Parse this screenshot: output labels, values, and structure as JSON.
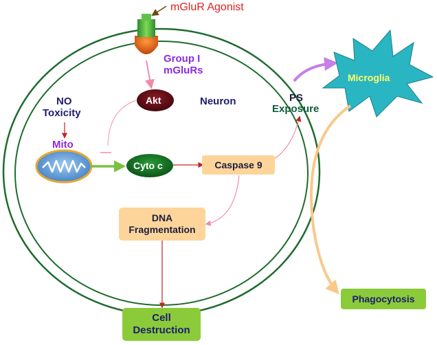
{
  "agonist": "mGluR Agonist",
  "receptor": [
    "Group I",
    "mGluRs"
  ],
  "akt": "Akt",
  "neuron": "Neuron",
  "no_toxicity": [
    "NO",
    "Toxicity"
  ],
  "mito": "Mito",
  "cyto_c": "Cyto c",
  "caspase9": "Caspase 9",
  "dna_fragmentation": [
    "DNA",
    "Fragmentation"
  ],
  "cell_destruction": [
    "Cell",
    "Destruction"
  ],
  "ps_exposure": [
    "PS",
    "Exposure"
  ],
  "microglia": "Microglia",
  "phagocytosis": "Phagocytosis",
  "colors": {
    "membrane": "#1e6b2e",
    "agonist_text": "#e02020",
    "purple": "#8a2be2",
    "navy": "#1c1c6e",
    "akt_fill": "#5a0a12",
    "cyto_fill": "#0f6b1e",
    "orange_box": "#fdd59a",
    "green_box": "#8bcb3a",
    "microglia_fill": "#2ab5c2",
    "pink_arrow": "#f28aa8",
    "red_arrow": "#c22424",
    "phago_arrow": "#f9c98a"
  }
}
